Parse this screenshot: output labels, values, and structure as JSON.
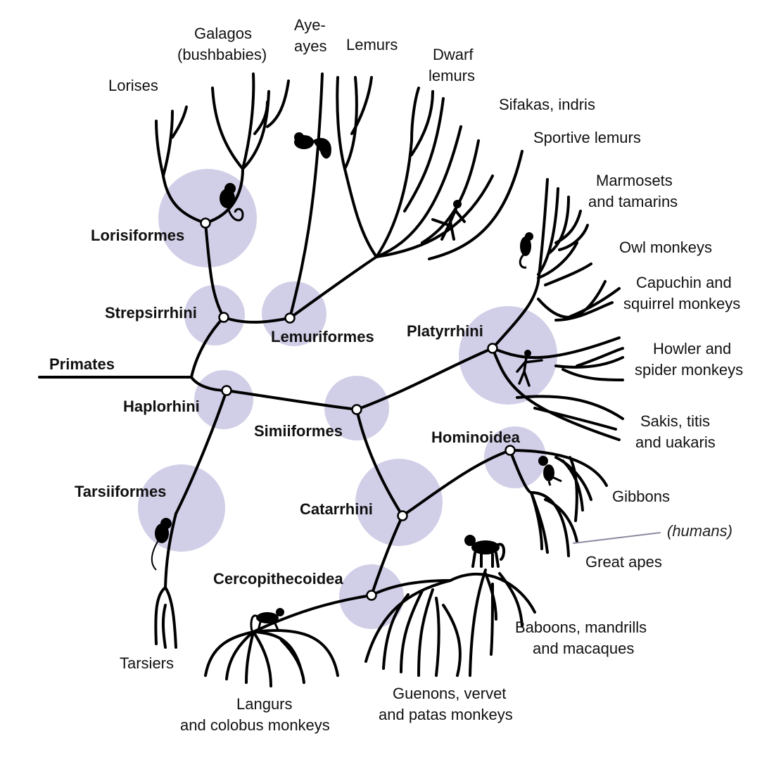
{
  "tree": {
    "root_label": "Primates",
    "clades": {
      "strepsirrhini": "Strepsirrhini",
      "lorisiformes": "Lorisiformes",
      "lemuriformes": "Lemuriformes",
      "haplorhini": "Haplorhini",
      "tarsiiformes": "Tarsiiformes",
      "simiiformes": "Simiiformes",
      "platyrrhini": "Platyrrhini",
      "catarrhini": "Catarrhini",
      "hominoidea": "Hominoidea",
      "cercopithecoidea": "Cercopithecoidea"
    },
    "leaves": {
      "lorises": "Lorises",
      "galagos_1": "Galagos",
      "galagos_2": "(bushbabies)",
      "ayeayes_1": "Aye-",
      "ayeayes_2": "ayes",
      "lemurs": "Lemurs",
      "dwarf_1": "Dwarf",
      "dwarf_2": "lemurs",
      "sifakas": "Sifakas, indris",
      "sportive": "Sportive lemurs",
      "marmosets_1": "Marmosets",
      "marmosets_2": "and tamarins",
      "owl": "Owl monkeys",
      "capuchin_1": "Capuchin and",
      "capuchin_2": "squirrel monkeys",
      "howler_1": "Howler and",
      "howler_2": "spider monkeys",
      "sakis_1": "Sakis, titis",
      "sakis_2": "and uakaris",
      "gibbons": "Gibbons",
      "humans": "(humans)",
      "great_apes": "Great apes",
      "baboons_1": "Baboons, mandrills",
      "baboons_2": "and macaques",
      "guenons_1": "Guenons, vervet",
      "guenons_2": "and patas monkeys",
      "langurs_1": "Langurs",
      "langurs_2": "and colobus monkeys",
      "tarsiers": "Tarsiers"
    }
  },
  "colors": {
    "halo": "#cfcbe6",
    "branch": "#000000"
  }
}
